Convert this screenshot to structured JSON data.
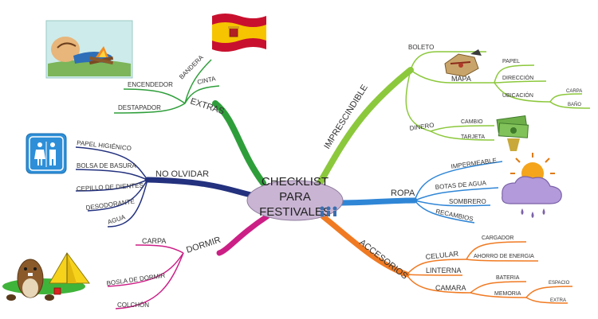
{
  "center": {
    "lines": [
      "CHECKLIST",
      "PARA",
      "FESTIVALES"
    ]
  },
  "colors": {
    "imprescindible": "#8CC83C",
    "ropa": "#2F86D6",
    "accesorios": "#F07A22",
    "dormir": "#CC1F86",
    "no_olvidar": "#23317E",
    "extras": "#2E9E3A",
    "center_fill": "#C9B5D3"
  },
  "branches": {
    "imprescindible": {
      "label": "IMPRESCINDIBLE",
      "boleto": "BOLETO",
      "mapa": {
        "label": "MAPA",
        "papel": "PAPEL",
        "direccion": "DIRECCIÓN",
        "ubicacion": "UBICACIÓN",
        "carpa": "CARPA",
        "bano": "BAÑO"
      },
      "dinero": {
        "label": "DINERO",
        "cambio": "CAMBIO",
        "tarjeta": "TARJETA"
      }
    },
    "ropa": {
      "label": "ROPA",
      "impermeable": "IMPERMEABLE",
      "botas": "BOTAS DE AGUA",
      "sombrero": "SOMBRERO",
      "recambios": "RECAMBIOS"
    },
    "accesorios": {
      "label": "ACCESORIOS",
      "celular": {
        "label": "CELULAR",
        "cargador": "CARGADOR",
        "ahorro": "AHORRO DE ENERGIA"
      },
      "linterna": "LINTERNA",
      "camara": {
        "label": "CAMARA",
        "bateria": "BATERIA",
        "memoria": "MEMORIA",
        "espacio": "ESPACIO",
        "extra": "EXTRA"
      }
    },
    "dormir": {
      "label": "DORMIR",
      "carpa": "CARPA",
      "bolsa": "BOSLA DE DORMIR",
      "colchon": "COLCHÓN"
    },
    "no_olvidar": {
      "label": "NO OLVIDAR",
      "papel": "PAPEL HIGIÉNICO",
      "bolsa": "BOLSA DE BASURA",
      "cepillo": "CEPILLO DE DIENTES",
      "desodorante": "DESODORANTE",
      "agua": "AGUA"
    },
    "extras": {
      "label": "EXTRAS",
      "bandera": "BANDERA",
      "cinta": "CINTA",
      "encendedor": "ENCENDEDOR",
      "destapador": "DESTAPADOR"
    }
  },
  "icons": [
    "spain-flag-icon",
    "campfire-icon",
    "restroom-icon",
    "money-icon",
    "weather-icon",
    "tent-icon",
    "map-icon",
    "people-icon"
  ]
}
